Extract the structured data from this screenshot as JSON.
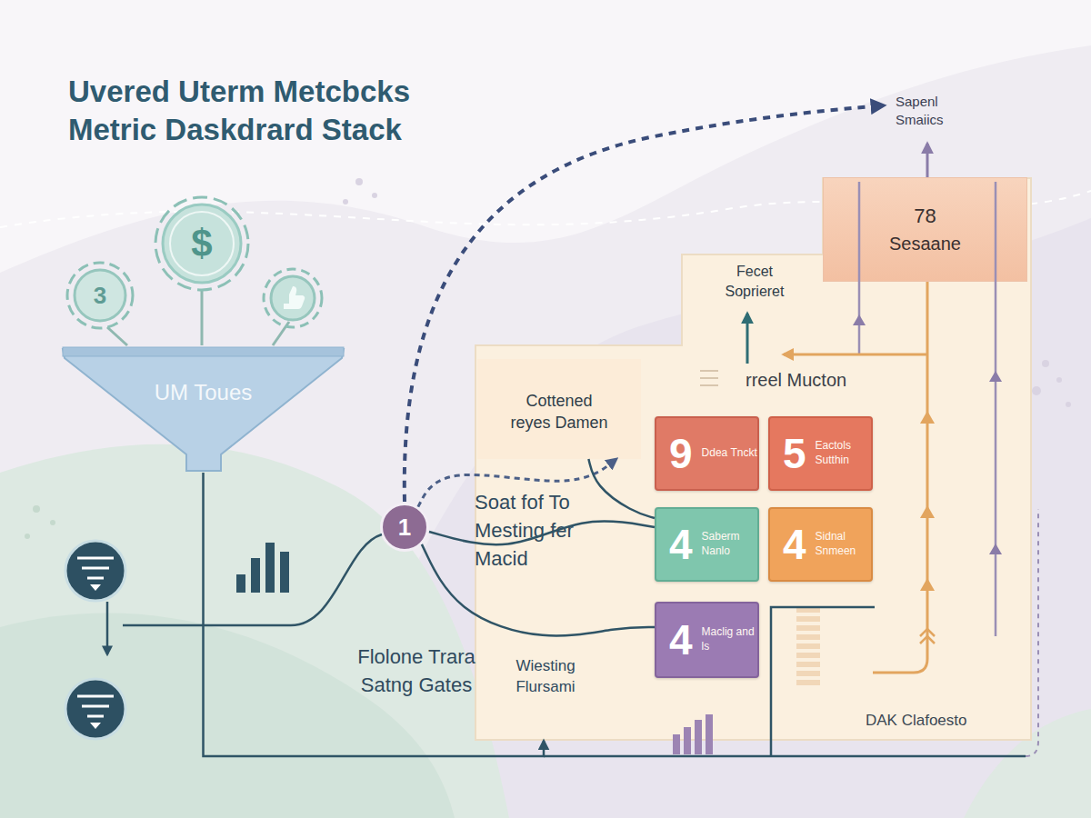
{
  "diagram": {
    "title": "Uvered Uterm Metcbcks Metric Daskdrard Stack",
    "nodes": [
      {
        "text": [
          "UM Toues"
        ]
      },
      {
        "text": [
          "1"
        ]
      },
      {
        "text": [
          "Fecet Soprieret",
          "DAK Clafoesto"
        ]
      },
      {
        "text": [
          "78",
          "Sesaane"
        ],
        "in": 2
      },
      {
        "text": [
          "Cottened reyes Damen"
        ],
        "in": 2
      },
      {
        "text": [
          "9",
          "Ddea Tnckt"
        ],
        "in": 2
      },
      {
        "text": [
          "5",
          "Eactols Sutthin"
        ],
        "in": 2
      },
      {
        "text": [
          "4",
          "Saberm Nanlo"
        ],
        "in": 2
      },
      {
        "text": [
          "4",
          "Sidnal Snmeen"
        ],
        "in": 2
      },
      {
        "text": [
          "4",
          "Maclig and ls"
        ],
        "in": 2
      }
    ],
    "edges": [
      {
        "from": 0,
        "to": 2,
        "arrow": "to"
      },
      {
        "from": 1,
        "to": 4,
        "arrow": "to"
      },
      {
        "from": 1,
        "to": 7,
        "arrow": "none"
      },
      {
        "from": 1,
        "to": 9,
        "arrow": "none"
      },
      {
        "from": 4,
        "to": 7,
        "arrow": "none"
      }
    ],
    "labels": [
      "3",
      "$",
      "Sapenl Smaiics",
      "rreel Mucton",
      "Soat fof To Mesting fer Macid",
      "Flolone Trara Satng Gates",
      "Wiesting Flursami"
    ]
  }
}
